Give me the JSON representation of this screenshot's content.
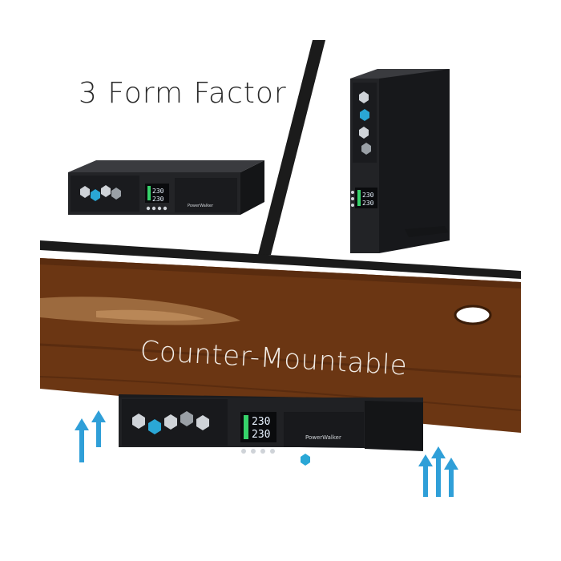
{
  "headline": "3 Form Factor",
  "counter_label": "Counter-Mountable",
  "brand": "PowerWalker",
  "lcd_readouts": [
    "230",
    "230"
  ],
  "colors": {
    "wood": "#6b3613",
    "wood_highlight": "#9c6a3e",
    "ups_body": "#1e1f22",
    "accent_blue": "#2aa7d6",
    "airflow_arrow": "#2f9fd8"
  },
  "icons": [
    "airflow-arrow-icon",
    "hexagon-vent-icon",
    "lcd-display-icon"
  ]
}
